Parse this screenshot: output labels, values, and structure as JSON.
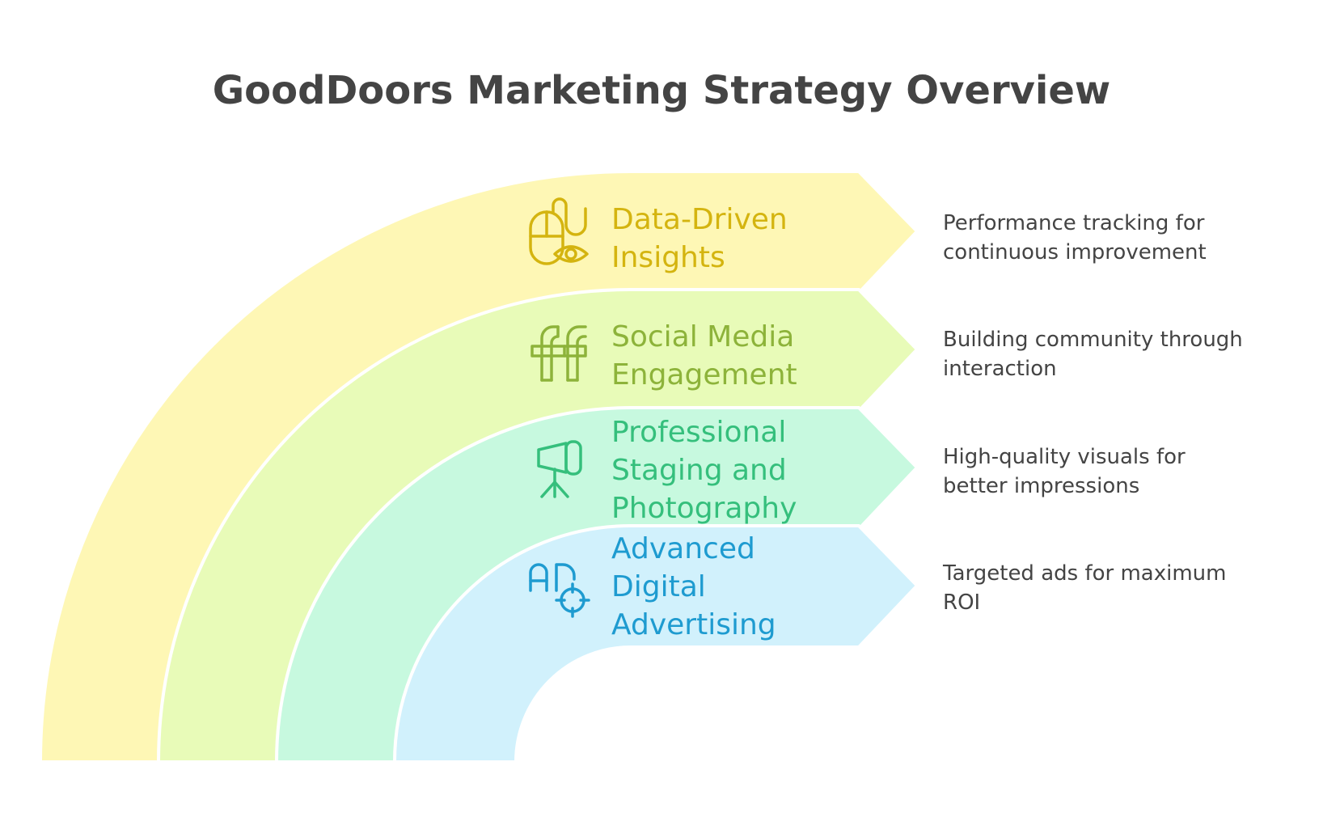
{
  "title": "GoodDoors Marketing Strategy Overview",
  "layers": [
    {
      "label_lines": [
        "Data-Driven",
        "Insights"
      ],
      "description_lines": [
        "Performance tracking for",
        "continuous improvement"
      ],
      "icon": "mouse-eye-icon",
      "fill_color": "#FEF7B5",
      "text_color": "#D4B40F"
    },
    {
      "label_lines": [
        "Social Media",
        "Engagement"
      ],
      "description_lines": [
        "Building community through",
        "interaction"
      ],
      "icon": "social-ff-icon",
      "fill_color": "#E8FBB8",
      "text_color": "#8DB33A"
    },
    {
      "label_lines": [
        "Professional",
        "Staging and",
        "Photography"
      ],
      "description_lines": [
        "High-quality visuals for",
        "better impressions"
      ],
      "icon": "camera-tripod-icon",
      "fill_color": "#C7F9DF",
      "text_color": "#35BF7C"
    },
    {
      "label_lines": [
        "Advanced",
        "Digital",
        "Advertising"
      ],
      "description_lines": [
        "Targeted ads for maximum",
        "ROI"
      ],
      "icon": "ad-target-icon",
      "fill_color": "#D1F1FC",
      "text_color": "#1E9BD0"
    }
  ]
}
